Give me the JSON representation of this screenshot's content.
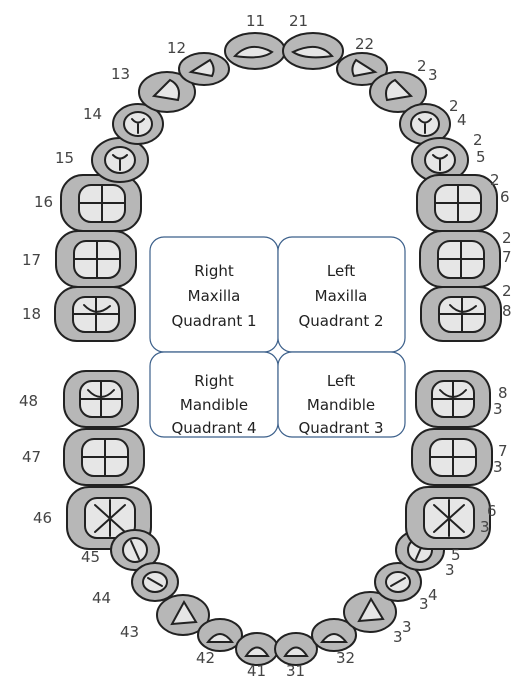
{
  "teeth_labels": {
    "t11": "11",
    "t21": "21",
    "t12": "12",
    "t22": "22",
    "t13": "13",
    "t23a": "2",
    "t23b": "3",
    "t14": "14",
    "t24a": "2",
    "t24b": "4",
    "t15": "15",
    "t25a": "2",
    "t25b": "5",
    "t16": "16",
    "t26a": "2",
    "t26b": "6",
    "t17": "17",
    "t27a": "2",
    "t27b": "7",
    "t18": "18",
    "t28a": "2",
    "t28b": "8",
    "t48": "48",
    "t38a": "8",
    "t38b": "3",
    "t47": "47",
    "t37a": "7",
    "t37b": "3",
    "t46": "46",
    "t36a": "6",
    "t36b": "3",
    "t45": "45",
    "t35a": "5",
    "t35b": "3",
    "t44": "44",
    "t34a": "3",
    "t34b": "4",
    "t43": "43",
    "t33a": "3",
    "t33b": "3",
    "t42": "42",
    "t32": "32",
    "t41": "41",
    "t31": "31"
  },
  "quadrants": {
    "q1": [
      "Right",
      "Maxilla",
      "Quadrant 1"
    ],
    "q2": [
      "Left",
      "Maxilla",
      "Quadrant 2"
    ],
    "q4": [
      "Right",
      "Mandible",
      "Quadrant 4"
    ],
    "q3": [
      "Left",
      "Mandible",
      "Quadrant 3"
    ]
  }
}
